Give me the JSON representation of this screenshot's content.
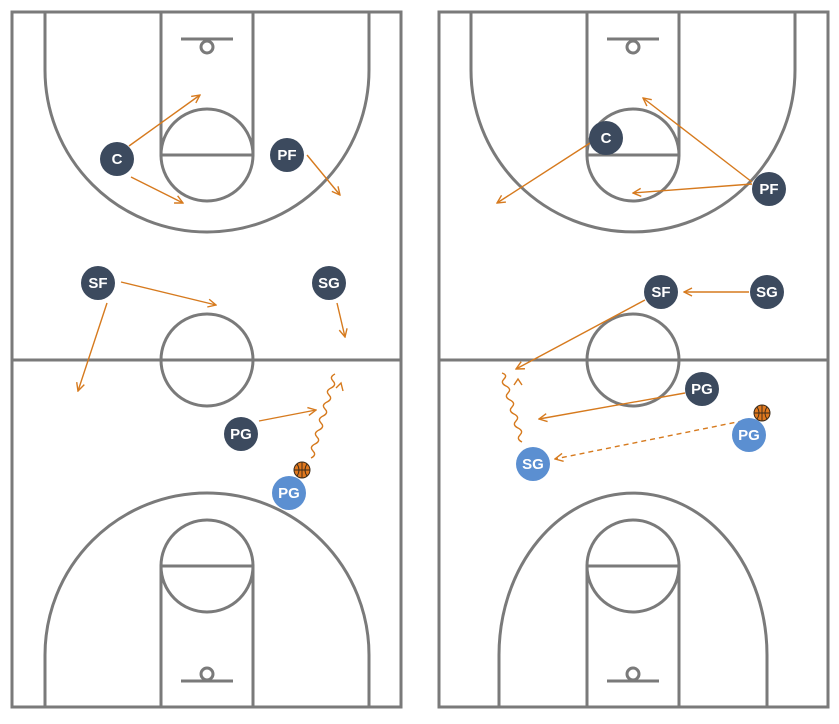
{
  "colors": {
    "court_line": "#7a7a7a",
    "movement_arrow": "#d67a1e",
    "team_dark": "#3c4a5e",
    "team_light": "#5b8fd1",
    "ball": "#e0781e"
  },
  "left_court": {
    "players": {
      "c": "C",
      "pf": "PF",
      "sf": "SF",
      "sg": "SG",
      "pg_dark": "PG",
      "pg_light": "PG"
    }
  },
  "right_court": {
    "players": {
      "c": "C",
      "pf": "PF",
      "sf": "SF",
      "sg_dark": "SG",
      "pg_dark": "PG",
      "pg_light": "PG",
      "sg_light": "SG"
    }
  },
  "icons": {
    "ball": "basketball-icon"
  }
}
